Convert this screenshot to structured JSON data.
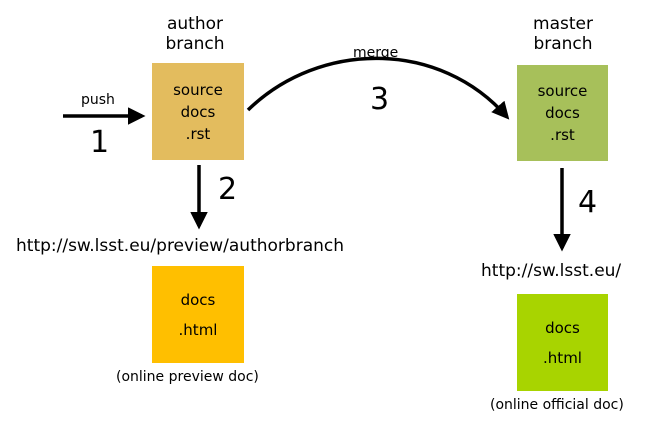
{
  "author": {
    "title_line1": "author",
    "title_line2": "branch"
  },
  "master": {
    "title_line1": "master",
    "title_line2": "branch"
  },
  "source_box": {
    "line1": "source",
    "line2": "docs",
    "line3": ".rst"
  },
  "html_box": {
    "line1": "docs",
    "line2": ".html"
  },
  "push_label": "push",
  "merge_label": "merge",
  "steps": {
    "s1": "1",
    "s2": "2",
    "s3": "3",
    "s4": "4"
  },
  "preview_url": "http://sw.lsst.eu/preview/authorbranch",
  "official_url": "http://sw.lsst.eu/",
  "preview_caption": "(online preview doc)",
  "official_caption": "(online official doc)",
  "colors": {
    "author_source": "#e3bc5e",
    "author_html": "#ffbf00",
    "master_source": "#a7c05a",
    "master_html": "#a8d400"
  }
}
